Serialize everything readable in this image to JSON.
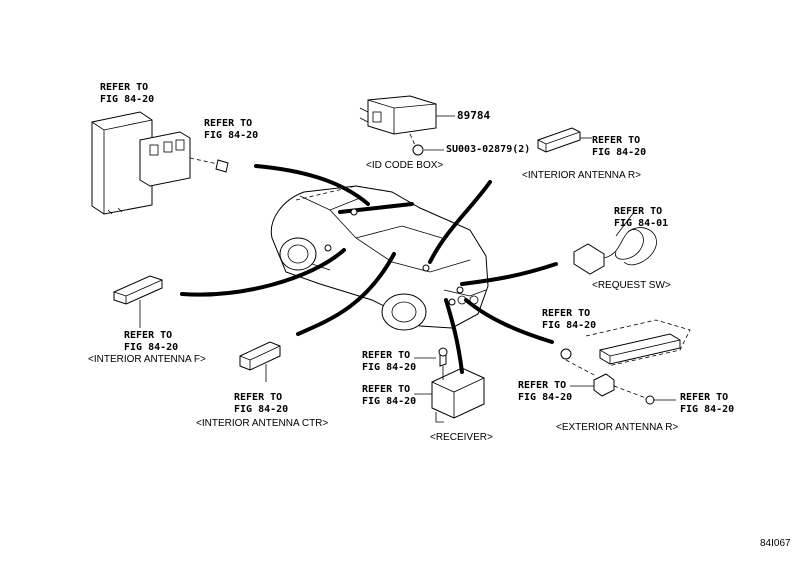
{
  "refs": {
    "ecu_top": [
      "REFER TO",
      "FIG 84-20"
    ],
    "ecu_bolt": [
      "REFER TO",
      "FIG 84-20"
    ],
    "ant_r": [
      "REFER TO",
      "FIG 84-20"
    ],
    "req_sw": [
      "REFER TO",
      "FIG 84-01"
    ],
    "ant_f": [
      "REFER TO",
      "FIG 84-20"
    ],
    "ant_ctr": [
      "REFER TO",
      "FIG 84-20"
    ],
    "recv_bolt": [
      "REFER TO",
      "FIG 84-20"
    ],
    "recv_body": [
      "REFER TO",
      "FIG 84-20"
    ],
    "ext_top": [
      "REFER TO",
      "FIG 84-20"
    ],
    "ext_mid": [
      "REFER TO",
      "FIG 84-20"
    ],
    "ext_bolt": [
      "REFER TO",
      "FIG 84-20"
    ]
  },
  "part_numbers": {
    "id_box": "89784",
    "nut": "SU003-02879(2)"
  },
  "captions": {
    "id_code_box": "<ID CODE BOX>",
    "interior_antenna_r": "<INTERIOR ANTENNA R>",
    "request_sw": "<REQUEST SW>",
    "interior_antenna_f": "<INTERIOR ANTENNA F>",
    "interior_antenna_ctr": "<INTERIOR ANTENNA CTR>",
    "receiver": "<RECEIVER>",
    "exterior_antenna_r": "<EXTERIOR ANTENNA R>"
  },
  "figure_code": "84I067"
}
